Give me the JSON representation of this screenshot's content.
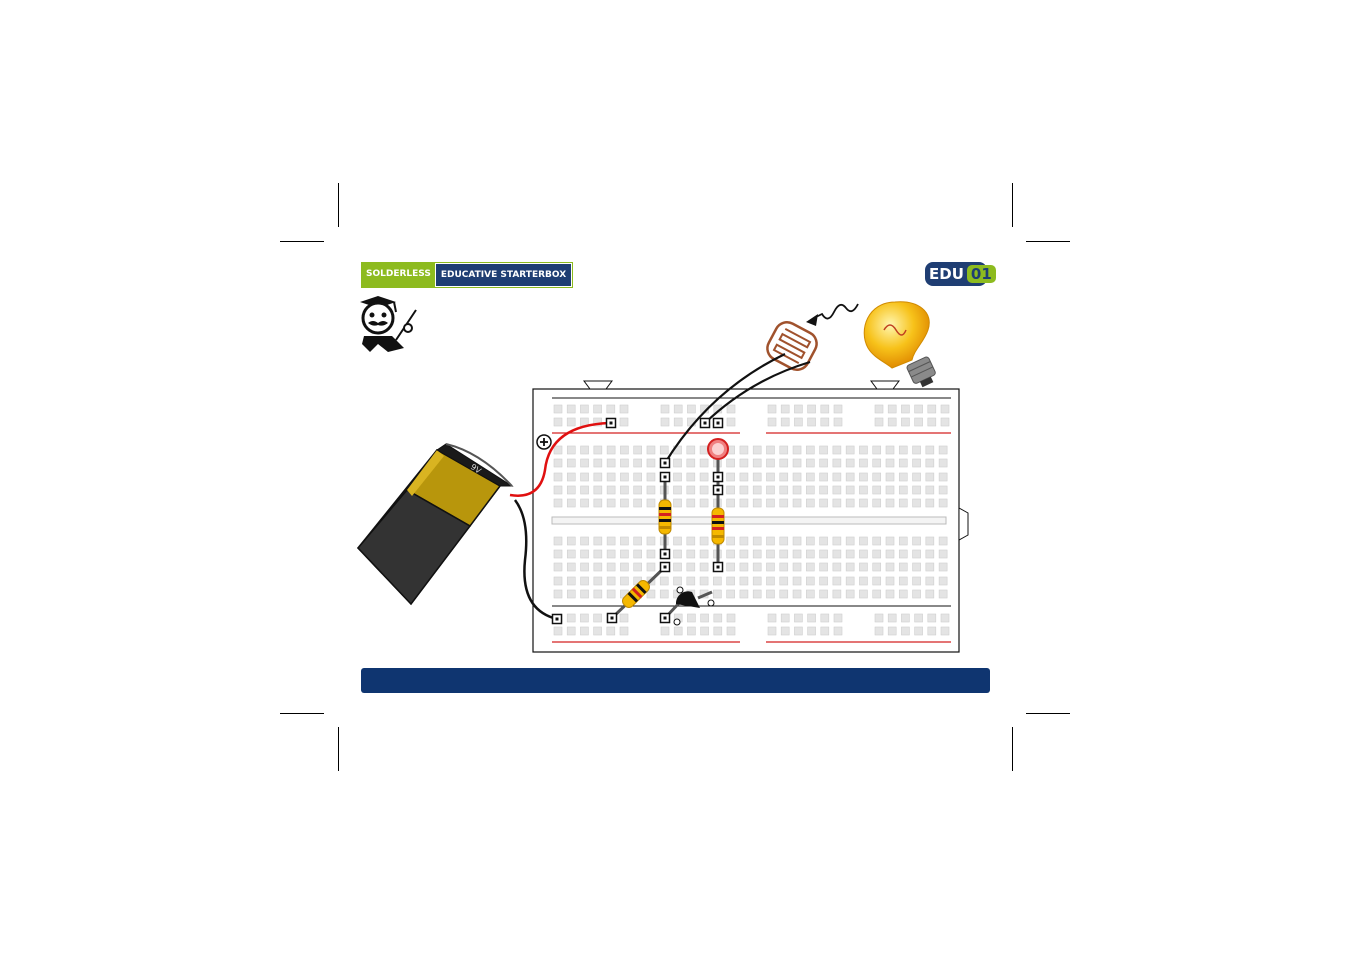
{
  "header": {
    "brand_left": "SOLDERLESS",
    "brand_right": "EDUCATIVE STARTERBOX",
    "badge_left": "EDU",
    "badge_right": "01"
  },
  "diagram": {
    "plus_symbol": "+",
    "battery_terminals": "9V",
    "colors": {
      "navy": "#1f3e73",
      "green": "#8dbb1f",
      "wire_red": "#e01010",
      "wire_black": "#111111",
      "rail_red": "#d42020",
      "battery_gold": "#b8960c",
      "bulb_yellow": "#f5b800",
      "ldr_brown": "#a0522d"
    },
    "icons": [
      "teacher-mascot-icon",
      "lightbulb-icon",
      "light-wave-icon",
      "photoresistor-icon",
      "led-icon",
      "transistor-icon",
      "battery-icon"
    ]
  }
}
